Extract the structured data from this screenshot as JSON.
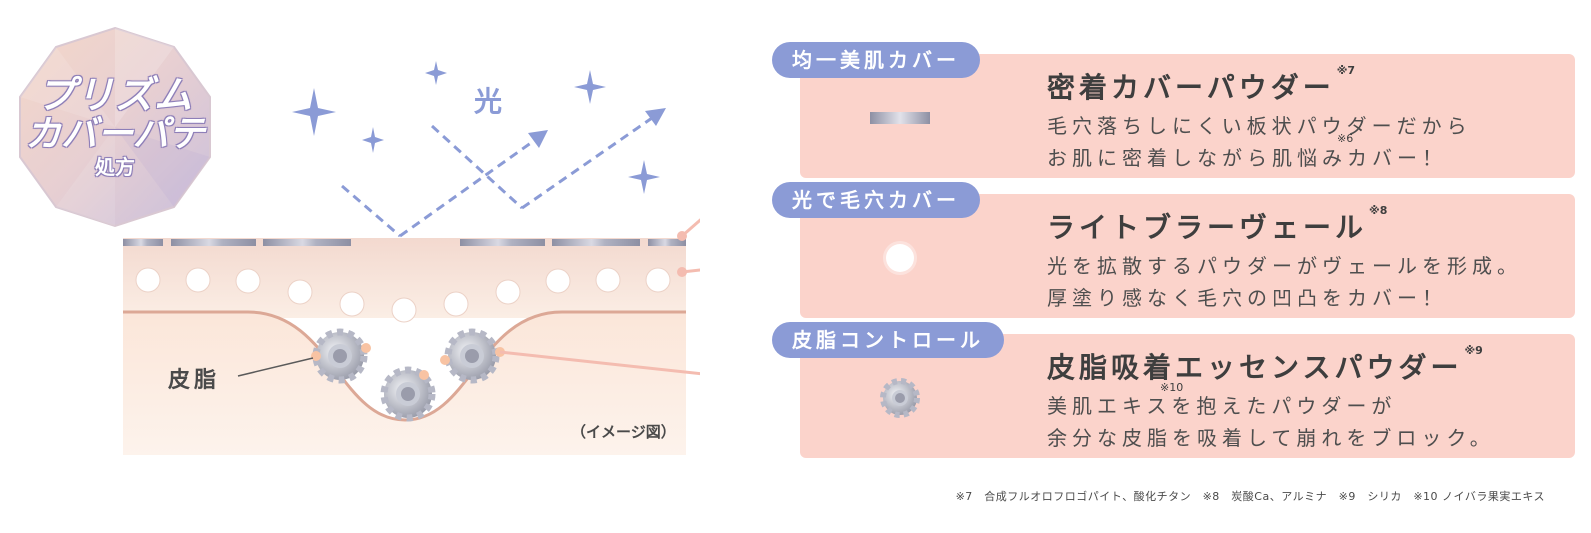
{
  "badge": {
    "line1": "プリズム",
    "line2": "カバーパテ",
    "line3": "処方"
  },
  "diagram": {
    "light_label": "光",
    "sebum_label": "皮脂",
    "image_note": "（イメージ図）"
  },
  "rows": [
    {
      "tag": "均一美肌カバー",
      "title": "密着カバーパウダー",
      "title_note": "※7",
      "line1": "毛穴落ちしにくい板状パウダーだから",
      "line2": "お肌に密着しながら肌悩みカバー！",
      "line_note": "※6",
      "icon": "plate-powder-icon"
    },
    {
      "tag": "光で毛穴カバー",
      "title": "ライトブラーヴェール",
      "title_note": "※8",
      "line1": "光を拡散するパウダーがヴェールを形成。",
      "line2": "厚塗り感なく毛穴の凹凸をカバー！",
      "icon": "sphere-powder-icon"
    },
    {
      "tag": "皮脂コントロール",
      "title": "皮脂吸着エッセンスパウダー",
      "title_note": "※9",
      "line1": "美肌エキスを抱えたパウダーが",
      "line2": "余分な皮脂を吸着して崩れをブロック。",
      "line_note": "※10",
      "icon": "gear-powder-icon"
    }
  ],
  "footnote": "※7　合成フルオロフロゴパイト、酸化チタン　※8　炭酸Ca、アルミナ　※9　シリカ　※10 ノイバラ果実エキス",
  "colors": {
    "tag": "#8b9bd6",
    "card": "#fbd3cb",
    "light": "#8b9bd6",
    "skin_line": "#dca896"
  }
}
